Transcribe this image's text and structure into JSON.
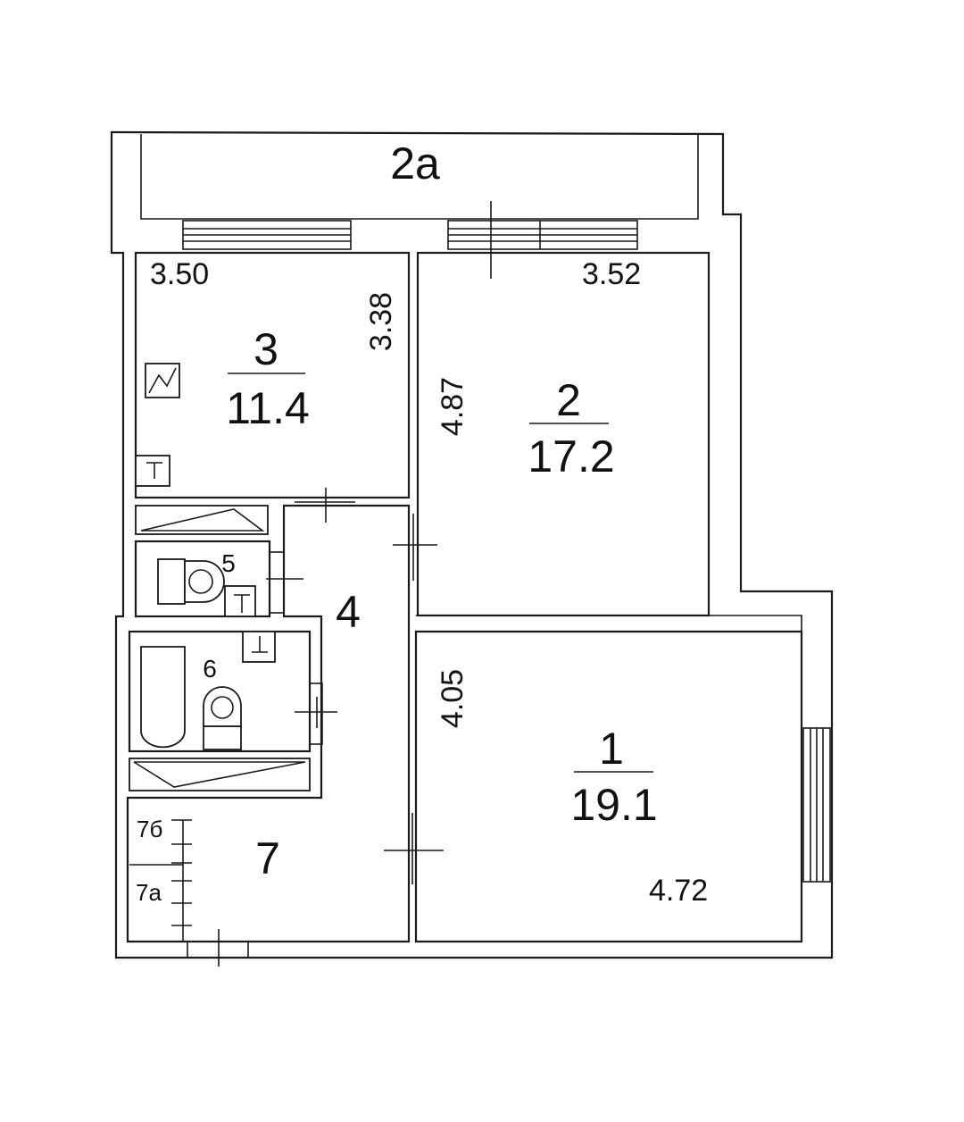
{
  "rooms": {
    "balcony": {
      "number": "2а"
    },
    "room1": {
      "number": "1",
      "area": "19.1",
      "width": "4.72",
      "length": "4.05"
    },
    "room2": {
      "number": "2",
      "area": "17.2",
      "width": "3.52",
      "length": "4.87"
    },
    "room3": {
      "number": "3",
      "area": "11.4",
      "width": "3.50",
      "length": "3.38"
    },
    "hall": {
      "number": "4"
    },
    "wc": {
      "number": "5"
    },
    "bath": {
      "number": "6"
    },
    "kitchen": {
      "number": "7"
    },
    "pantry_a": {
      "number": "7а"
    },
    "pantry_b": {
      "number": "7б"
    }
  }
}
